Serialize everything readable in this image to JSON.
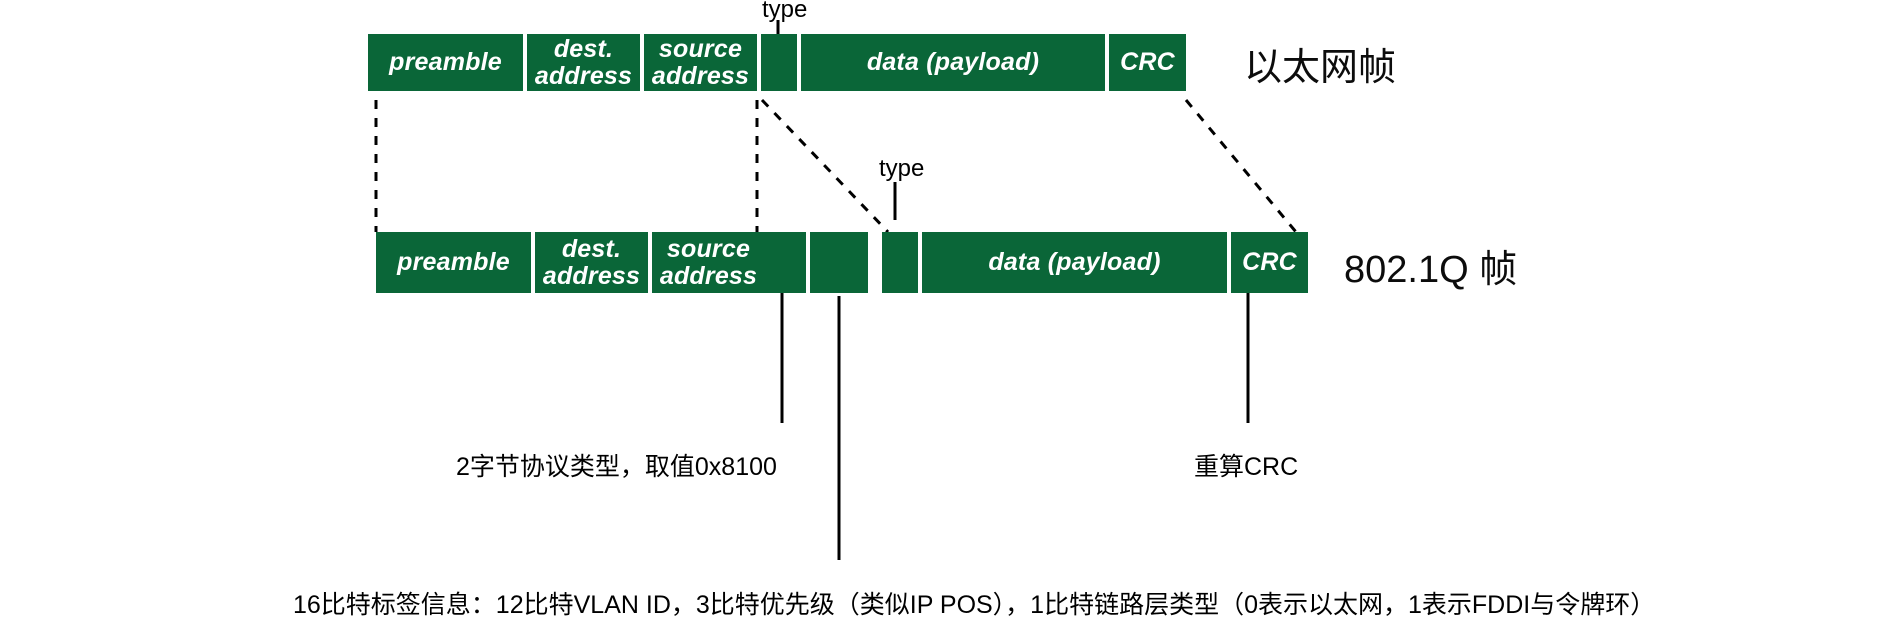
{
  "diagram": {
    "title_ethernet": "以太网帧",
    "title_dot1q": "802.1Q 帧",
    "accent_color": "#0a6638",
    "text_color": "#000000",
    "field_text_color": "#ffffff",
    "ethernet_frame": {
      "name": "ethernet-frame",
      "type_caption": "type",
      "fields": [
        {
          "key": "preamble",
          "label": "preamble"
        },
        {
          "key": "dest_address",
          "label": "dest.\naddress"
        },
        {
          "key": "source_address",
          "label": "source\naddress"
        },
        {
          "key": "type",
          "label": ""
        },
        {
          "key": "data",
          "label": "data (payload)"
        },
        {
          "key": "crc",
          "label": "CRC"
        }
      ]
    },
    "dot1q_frame": {
      "name": "dot1q-frame",
      "type_caption": "type",
      "fields": [
        {
          "key": "preamble",
          "label": "preamble"
        },
        {
          "key": "dest_address",
          "label": "dest.\naddress"
        },
        {
          "key": "source_address",
          "label": "source\naddress"
        },
        {
          "key": "tag_protocol_id",
          "label": ""
        },
        {
          "key": "tag_control_info",
          "label": ""
        },
        {
          "key": "type",
          "label": ""
        },
        {
          "key": "data",
          "label": "data (payload)"
        },
        {
          "key": "crc",
          "label": "CRC"
        }
      ]
    },
    "annotations": [
      {
        "key": "tpid_note",
        "text": "2字节协议类型，取值0x8100"
      },
      {
        "key": "crc_note",
        "text": "重算CRC"
      },
      {
        "key": "tci_note",
        "text": "16比特标签信息：12比特VLAN ID，3比特优先级（类似IP POS），1比特链路层类型（0表示以太网，1表示FDDI与令牌环）"
      }
    ]
  }
}
